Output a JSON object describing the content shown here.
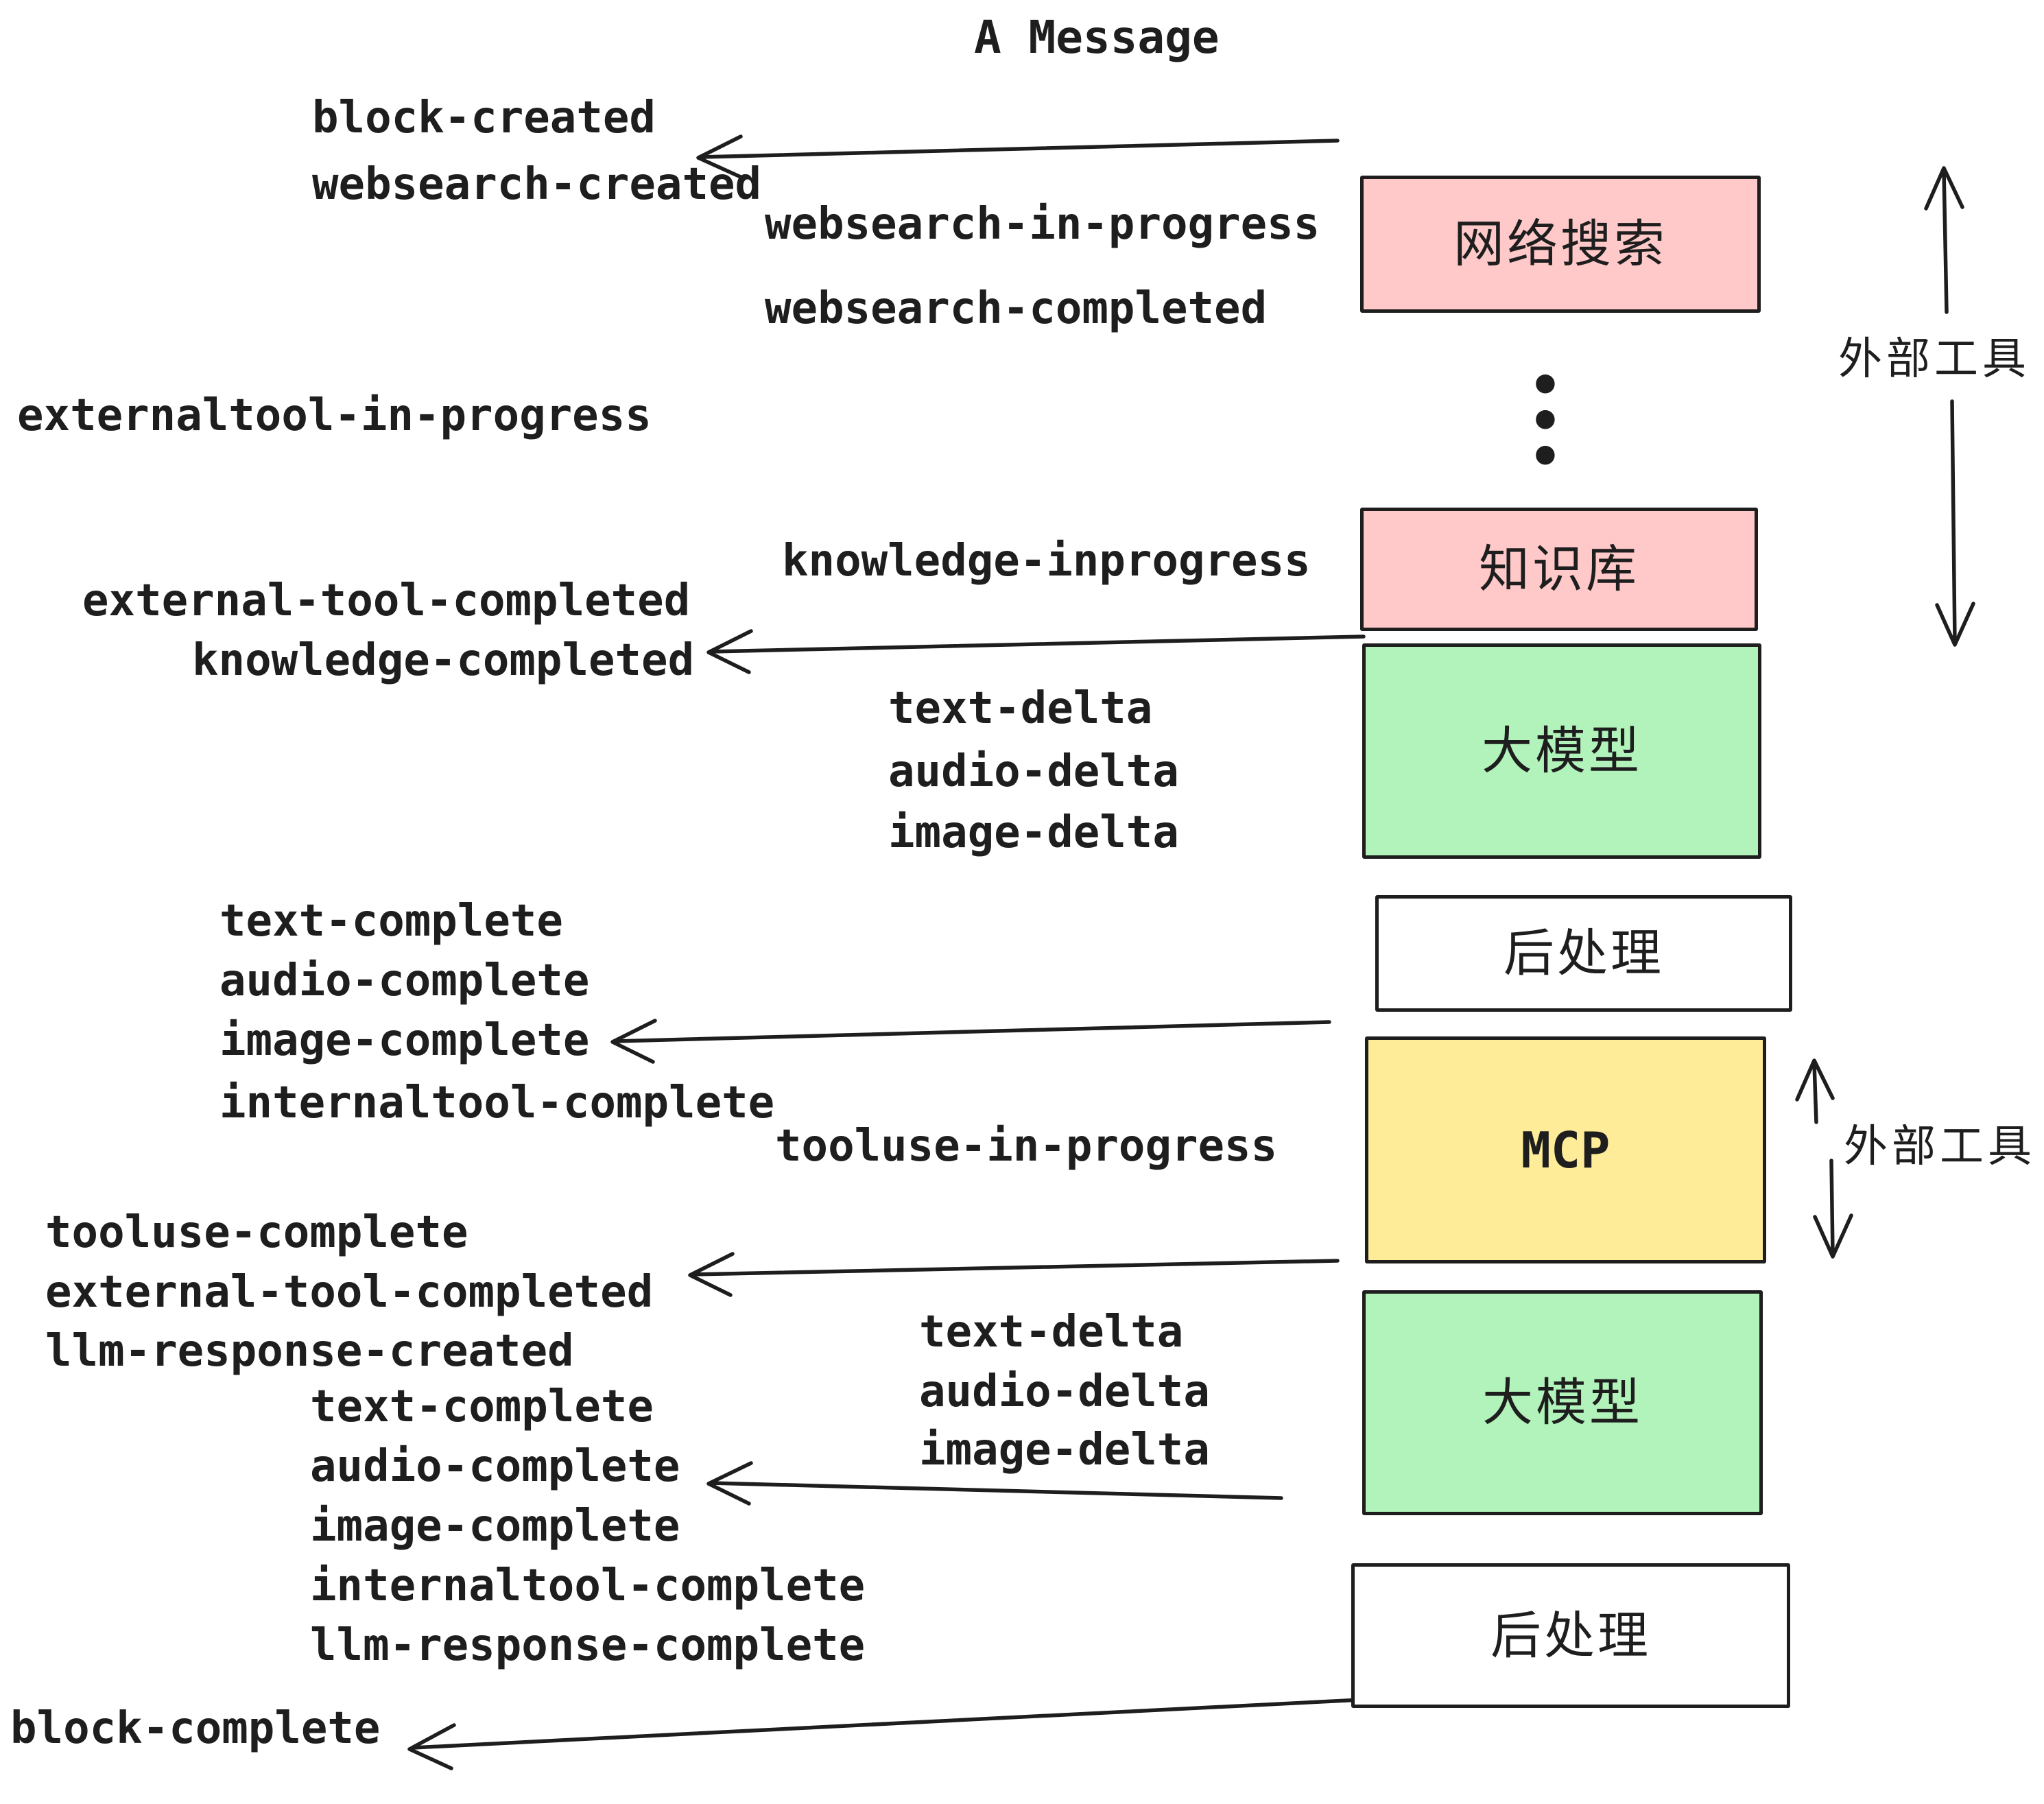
{
  "title": "A Message",
  "colors": {
    "ink": "#1e1e1e",
    "box_pink": "#ffc9c9",
    "box_green": "#b2f2bb",
    "box_yellow": "#ffec99",
    "box_white": "#ffffff"
  },
  "events": {
    "block_created": "block-created",
    "websearch_created": "websearch-created",
    "websearch_in_progress": "websearch-in-progress",
    "websearch_completed": "websearch-completed",
    "externaltool_in_progress": "externaltool-in-progress",
    "knowledge_inprogress": "knowledge-inprogress",
    "external_tool_completed": "external-tool-completed",
    "knowledge_completed": "knowledge-completed",
    "text_delta": "text-delta",
    "audio_delta": "audio-delta",
    "image_delta": "image-delta",
    "text_complete": "text-complete",
    "audio_complete": "audio-complete",
    "image_complete": "image-complete",
    "internaltool_complete": "internaltool-complete",
    "tooluse_in_progress": "tooluse-in-progress",
    "tooluse_complete": "tooluse-complete",
    "llm_response_created": "llm-response-created",
    "llm_response_complete": "llm-response-complete",
    "block_complete": "block-complete"
  },
  "boxes": {
    "websearch": "网络搜索",
    "knowledge": "知识库",
    "llm": "大模型",
    "postprocess": "后处理",
    "mcp": "MCP"
  },
  "annotations": {
    "external_tools": "外部工具",
    "dot": "•"
  }
}
